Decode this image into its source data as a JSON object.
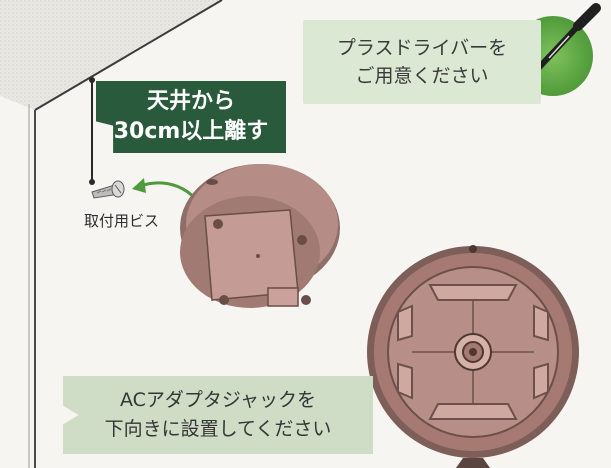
{
  "ceiling_callout": {
    "lines": [
      "天井から",
      "30cm以上離す"
    ]
  },
  "screwdriver_callout": {
    "lines": [
      "プラスドライバーを",
      "ご用意ください"
    ]
  },
  "screw_label": "取付用ビス",
  "jack_callout": {
    "lines": [
      "ACアダプタジャックを",
      "下向きに設置してください"
    ]
  },
  "colors": {
    "dark_green": "#2a5a3c",
    "light_green": "#dbe8d3",
    "device_brown": "#a67a73",
    "background": "#f6f5f1"
  },
  "icons": [
    "screwdriver-icon",
    "screw-icon",
    "arrow-icon"
  ]
}
